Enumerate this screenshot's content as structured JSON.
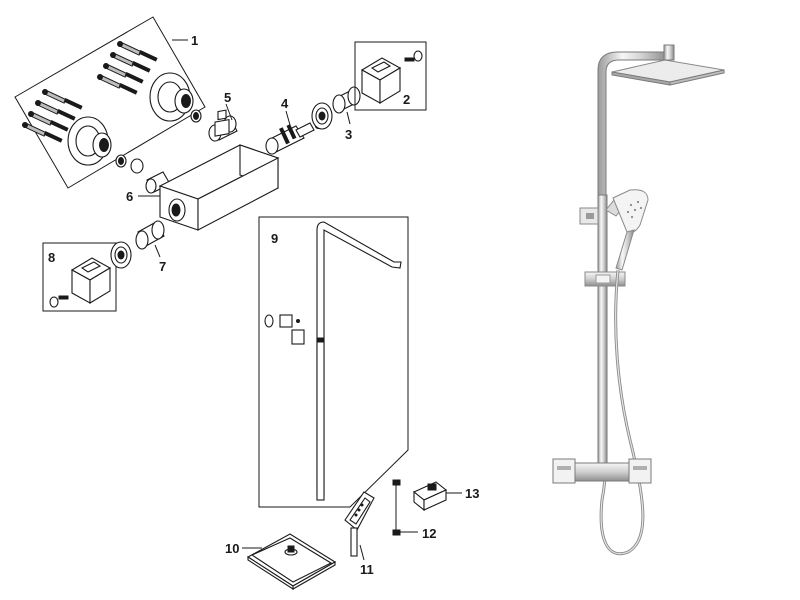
{
  "callouts": {
    "p1": "1",
    "p2": "2",
    "p3": "3",
    "p4": "4",
    "p5": "5",
    "p6": "6",
    "p7": "7",
    "p8": "8",
    "p9": "9",
    "p10": "10",
    "p11": "11",
    "p12": "12",
    "p13": "13"
  },
  "colors": {
    "line": "#1a1a1a",
    "background": "#ffffff",
    "chrome_light": "#f2f2f2",
    "chrome_dark": "#9a9a9a"
  }
}
